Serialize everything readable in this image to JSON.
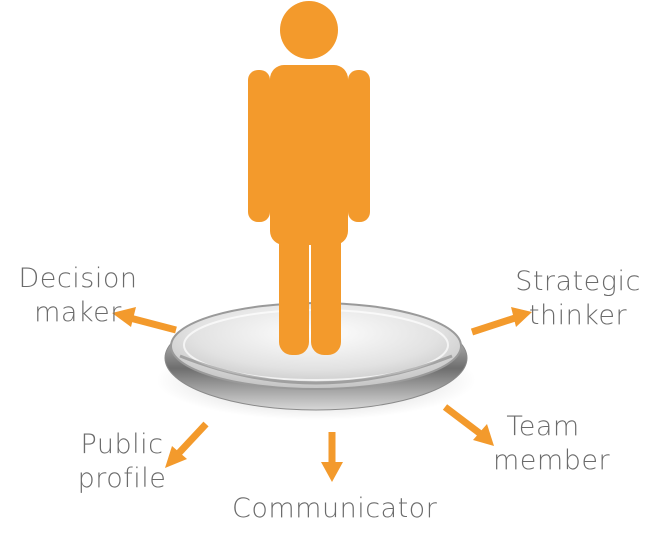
{
  "labels": {
    "decision_maker": [
      "Decision",
      "maker"
    ],
    "strategic_thinker": [
      "Strategic",
      "thinker"
    ],
    "team_member": [
      "Team",
      "member"
    ],
    "public_profile": [
      "Public",
      "profile"
    ],
    "communicator": "Communicator"
  },
  "colors": {
    "figure": "#f39a2c",
    "arrow": "#f39a2c",
    "label_text": "#6b6b6b",
    "platform": "#b9b9b9"
  },
  "icons": {
    "figure": "person-icon",
    "platform": "pedestal-disc"
  }
}
